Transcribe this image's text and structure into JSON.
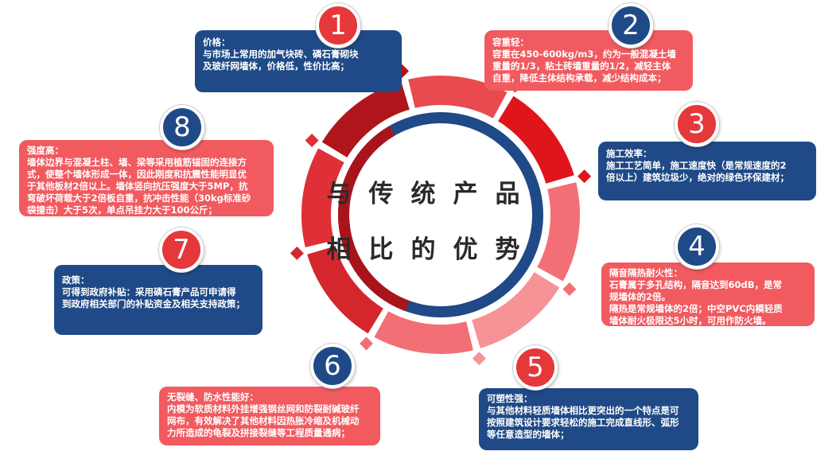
{
  "center": {
    "line1": "与传统产品",
    "line2": "相比的优势"
  },
  "items": [
    {
      "num": "1",
      "title": "价格：",
      "body": "与市场上常用的加气块砖、磷石膏砌块\n及玻纤网墙体，价格低，性价比高；"
    },
    {
      "num": "2",
      "title": "容重轻：",
      "body": "容重在450-600kg/m3，约为一般混凝土墙\n重量的1/3，粘土砖墙重量的1/2，减轻主体\n自重，降低主体结构承载，减少结构成本；"
    },
    {
      "num": "3",
      "title": "施工效率：",
      "body": "施工工艺简单，施工速度快（是常规速度的2\n倍以上）建筑垃圾少，绝对的绿色环保建材；"
    },
    {
      "num": "4",
      "title": "隔音隔热耐火性：",
      "body": "石膏属于多孔结构，隔音达到60dB，是常\n规墙体的2倍。\n隔热是常规墙体的2倍；中空PVC内模轻质\n墙体耐火极限达5小时，可用作防火墙。"
    },
    {
      "num": "5",
      "title": "可塑性强：",
      "body": "与其他材料轻质墙体相比更突出的一个特点是可\n按照建筑设计要求轻松的施工完成直线形、弧形\n等任意造型的墙体；"
    },
    {
      "num": "6",
      "title": "无裂缝、防水性能好：",
      "body": "内模为软质材料外挂增强钢丝网和防裂耐碱玻纤\n网布，有效解决了其他材料因热胀冷缩及机械动\n力所造成的龟裂及拼接裂缝等工程质量通病；"
    },
    {
      "num": "7",
      "title": "政策：",
      "body": "可得到政府补贴：采用磷石膏产品可申请得\n到政府相关部门的补贴资金及相关支持政策；"
    },
    {
      "num": "8",
      "title": "强度高：",
      "body": "墙体边界与混凝土柱、墙、梁等采用植筋锚固的连接方\n式，使整个墙体形成一体，因此刚度和抗震性能明显优\n于其他板材2倍以上。墙体竖向抗压强度大于5MP，抗\n弯破坏荷载大于2倍板自重，抗冲击性能（30kg标准砂\n袋撞击）大于5次，单点吊挂力大于100公斤；"
    }
  ],
  "colors": {
    "navy": "#1f4a87",
    "coral": "#f15a5f",
    "badge_red": "#e5383b",
    "ring_segments": [
      "#b0151b",
      "#e94a4f",
      "#e0141b",
      "#f27075",
      "#f59397",
      "#f27075",
      "#d3272d",
      "#de3036"
    ]
  }
}
